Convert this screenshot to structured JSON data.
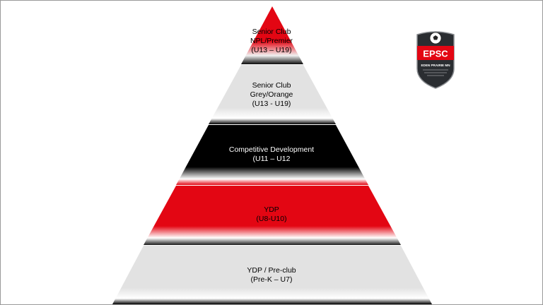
{
  "pyramid": {
    "tiers": [
      {
        "lines": [
          "Senior Club",
          "NPL/Premier",
          "(U13 – U19)"
        ],
        "color": "#e30613",
        "text_color": "#1a1a1a"
      },
      {
        "lines": [
          "Senior Club",
          "Grey/Orange",
          "(U13 - U19)"
        ],
        "color": "#e2e2e2",
        "text_color": "#1a1a1a"
      },
      {
        "lines": [
          "Competitive Development",
          "(U11 – U12"
        ],
        "color": "#000000",
        "text_color": "#ffffff"
      },
      {
        "lines": [
          "YDP",
          "(U8-U10)"
        ],
        "color": "#e30613",
        "text_color": "#1a1a1a"
      },
      {
        "lines": [
          "YDP / Pre-club",
          "(Pre-K – U7)"
        ],
        "color": "#e2e2e2",
        "text_color": "#1a1a1a"
      }
    ]
  },
  "logo": {
    "text": "EPSC",
    "subtext": "EDEN PRAIRIE MN",
    "icon": "soccer-ball-shield-icon"
  },
  "colors": {
    "red": "#e30613",
    "grey": "#e2e2e2",
    "black": "#000000",
    "logo_dark": "#2a2d31"
  }
}
